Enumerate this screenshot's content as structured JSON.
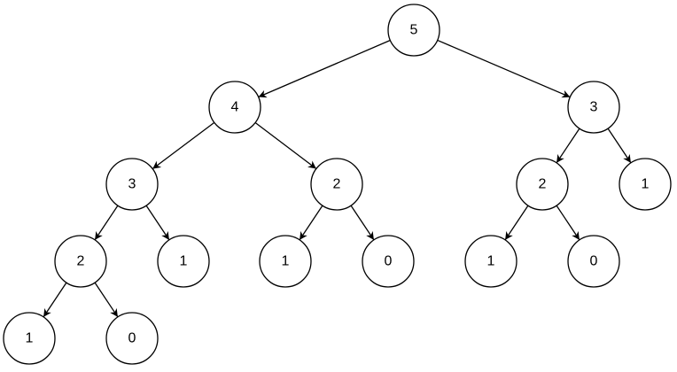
{
  "tree": {
    "nodes": [
      {
        "id": "n0",
        "value": "5"
      },
      {
        "id": "n1",
        "value": "4"
      },
      {
        "id": "n2",
        "value": "3"
      },
      {
        "id": "n3",
        "value": "3"
      },
      {
        "id": "n4",
        "value": "2"
      },
      {
        "id": "n5",
        "value": "2"
      },
      {
        "id": "n6",
        "value": "1"
      },
      {
        "id": "n7",
        "value": "2"
      },
      {
        "id": "n8",
        "value": "1"
      },
      {
        "id": "n9",
        "value": "1"
      },
      {
        "id": "n10",
        "value": "0"
      },
      {
        "id": "n11",
        "value": "1"
      },
      {
        "id": "n12",
        "value": "0"
      },
      {
        "id": "n13",
        "value": "1"
      },
      {
        "id": "n14",
        "value": "0"
      }
    ],
    "edges": [
      {
        "from": "n0",
        "to": "n1"
      },
      {
        "from": "n0",
        "to": "n2"
      },
      {
        "from": "n1",
        "to": "n3"
      },
      {
        "from": "n1",
        "to": "n4"
      },
      {
        "from": "n2",
        "to": "n5"
      },
      {
        "from": "n2",
        "to": "n6"
      },
      {
        "from": "n3",
        "to": "n7"
      },
      {
        "from": "n3",
        "to": "n8"
      },
      {
        "from": "n4",
        "to": "n9"
      },
      {
        "from": "n4",
        "to": "n10"
      },
      {
        "from": "n5",
        "to": "n11"
      },
      {
        "from": "n5",
        "to": "n12"
      },
      {
        "from": "n7",
        "to": "n13"
      },
      {
        "from": "n7",
        "to": "n14"
      }
    ]
  }
}
